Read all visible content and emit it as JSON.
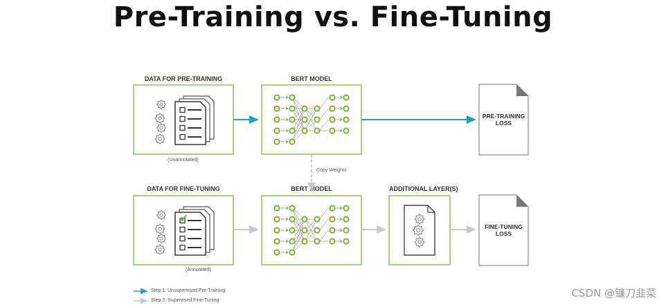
{
  "title": "Pre-Training vs. Fine-Tuning",
  "labels": {
    "data_pretraining": "DATA FOR PRE-TRAINING",
    "bert_model_top": "BERT MODEL",
    "unannotated": "(Unannotated)",
    "copy_weights": "Copy Weights",
    "pretraining_loss_line1": "PRE-TRAINING",
    "pretraining_loss_line2": "LOSS",
    "data_finetuning": "DATA FOR FINE-TUNING",
    "bert_model_bottom": "BERT MODEL",
    "additional_layers": "ADDITIONAL LAYER(S)",
    "annotated": "(Annotated)",
    "finetuning_loss_line1": "FINE-TUNING",
    "finetuning_loss_line2": "LOSS"
  },
  "legend": {
    "step1": "Step 1: Unsupervised Pre-Training",
    "step2": "Step 2: Supervised Fine-Tuning"
  },
  "colors": {
    "green_border": "#8cc152",
    "node_green": "#76b82a",
    "blue_arrow": "#1ba1c8",
    "gray_arrow": "#c8c8c8"
  },
  "watermark": "CSDN @镰刀韭菜"
}
